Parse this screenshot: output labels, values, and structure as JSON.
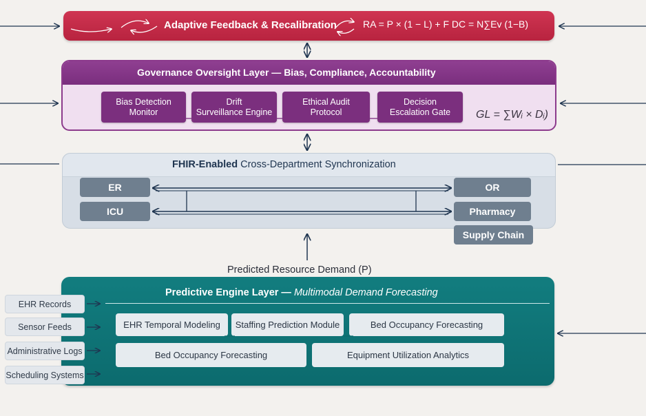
{
  "feedback": {
    "title": "Adaptive Feedback & Recalibration",
    "formula": "RA = P × (1 − L) + F   DC = N∑Ev (1−B)"
  },
  "governance": {
    "title": "Governance Oversight Layer — Bias, Compliance, Accountability",
    "modules": [
      {
        "line1": "Bias Detection",
        "line2": "Monitor"
      },
      {
        "line1": "Drift",
        "line2": "Surveillance Engine"
      },
      {
        "line1": "Ethical Audit",
        "line2": "Protocol"
      },
      {
        "line1": "Decision",
        "line2": "Escalation Gate"
      }
    ],
    "formula": "GL = ∑Wᵢ × Dᵢ)"
  },
  "fhir": {
    "title_bold": "FHIR-Enabled",
    "title_rest": " Cross-Department Synchronization",
    "left_depts": [
      "ER",
      "ICU"
    ],
    "right_depts": [
      "OR",
      "Pharmacy",
      "Supply Chain"
    ]
  },
  "predicted_label": "Predicted Resource Demand (P)",
  "predictive": {
    "title_bold": "Predictive Engine Layer —",
    "title_italic": " Multimodal Demand Forecasting",
    "modules_row1": [
      "EHR Temporal Modeling",
      "Staffing Prediction Module",
      "Bed Occupancy Forecasting"
    ],
    "modules_row2": [
      "Bed Occupancy Forecasting",
      "Equipment Utilization Analytics"
    ]
  },
  "sources": [
    "EHR Records",
    "Sensor Feeds",
    "Administrative Logs",
    "Scheduling Systems"
  ],
  "colors": {
    "feedback": "#c52d4a",
    "governance": "#7b2f7e",
    "fhir": "#d7dee6",
    "predictive": "#0f7577",
    "connector": "#1f3550"
  }
}
